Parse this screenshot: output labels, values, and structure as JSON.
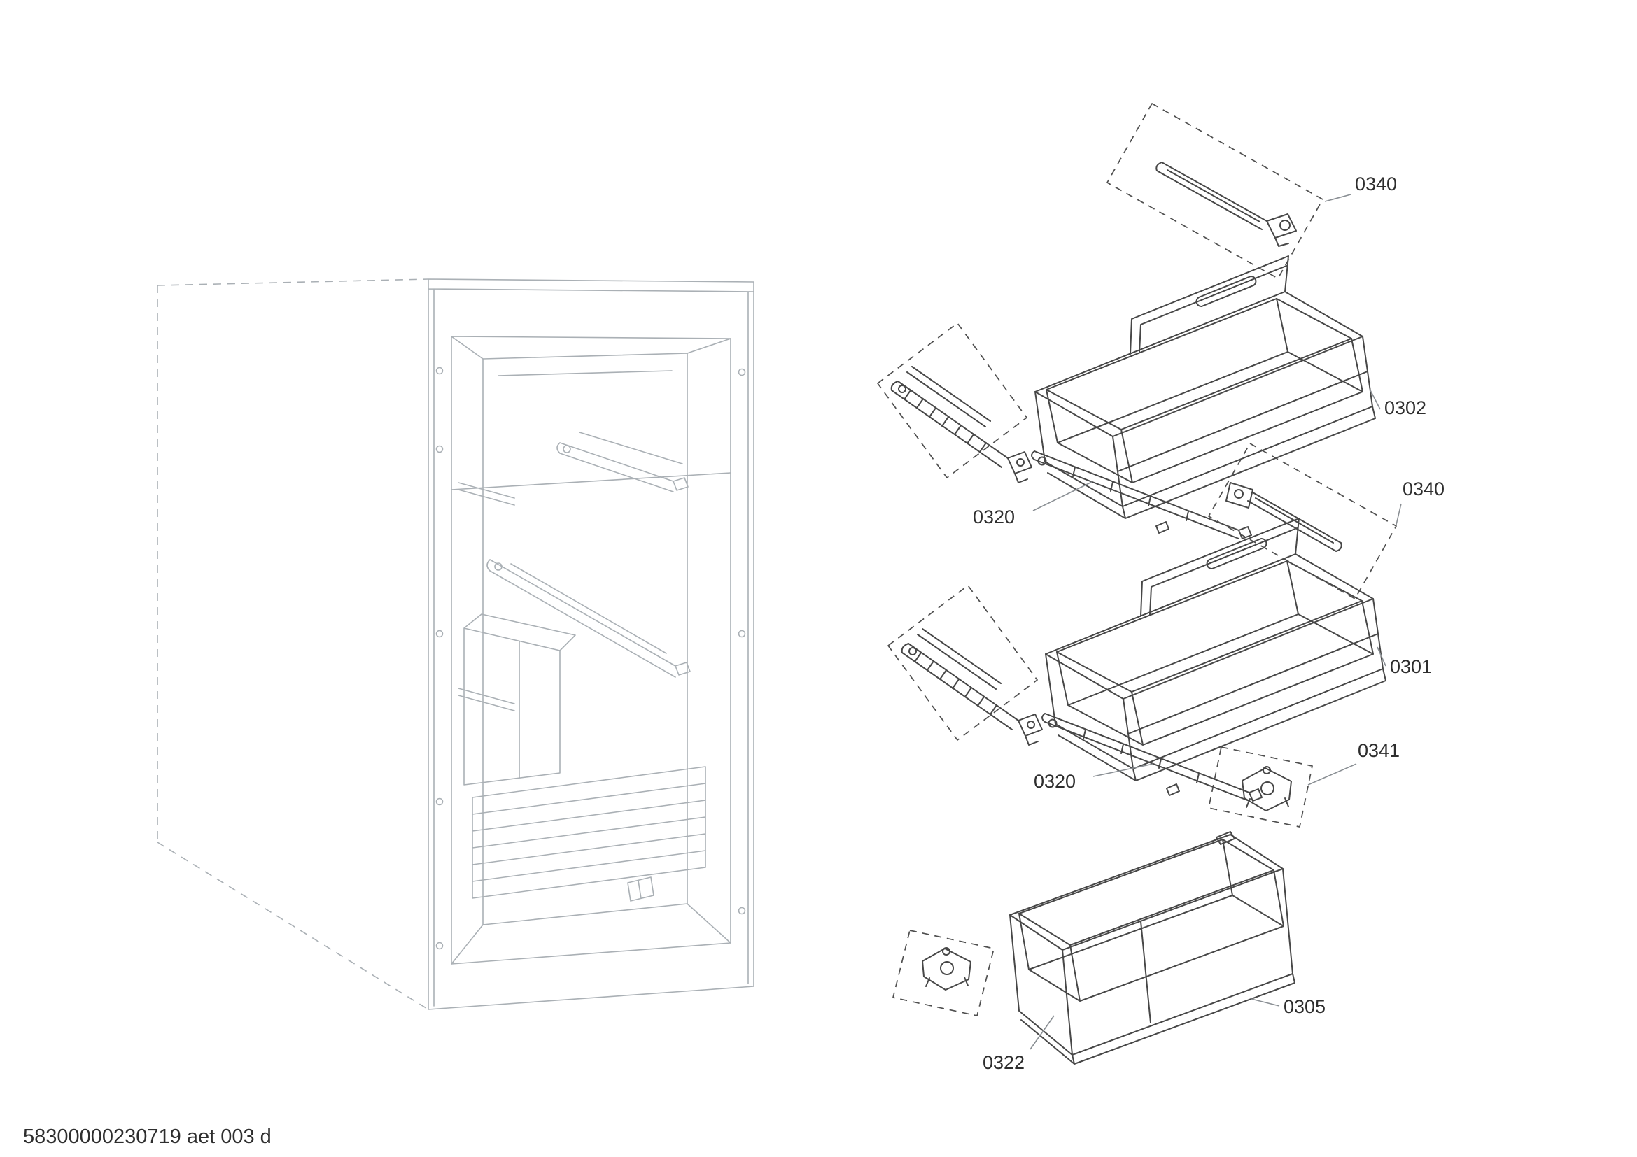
{
  "diagram": {
    "footer_code": "58300000230719 aet 003 d",
    "labels": [
      {
        "id": "0340-top",
        "text": "0340"
      },
      {
        "id": "0302",
        "text": "0302"
      },
      {
        "id": "0340-middle",
        "text": "0340"
      },
      {
        "id": "0320-upper",
        "text": "0320"
      },
      {
        "id": "0301",
        "text": "0301"
      },
      {
        "id": "0341",
        "text": "0341"
      },
      {
        "id": "0320-lower",
        "text": "0320"
      },
      {
        "id": "0305",
        "text": "0305"
      },
      {
        "id": "0322",
        "text": "0322"
      }
    ],
    "colors": {
      "background": "#ffffff",
      "part_line": "#474747",
      "cabinet_line": "#aab0b5",
      "label_text": "#2e2e2e"
    }
  }
}
